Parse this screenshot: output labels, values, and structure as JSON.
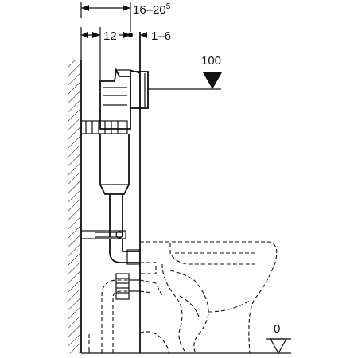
{
  "dimensions": {
    "top_total": {
      "base": "16–20",
      "sup": "5"
    },
    "inner_width": "12",
    "offset": "1–6",
    "height_marker": "100",
    "floor_marker": "0"
  },
  "colors": {
    "line": "#111111",
    "background": "#ffffff"
  }
}
